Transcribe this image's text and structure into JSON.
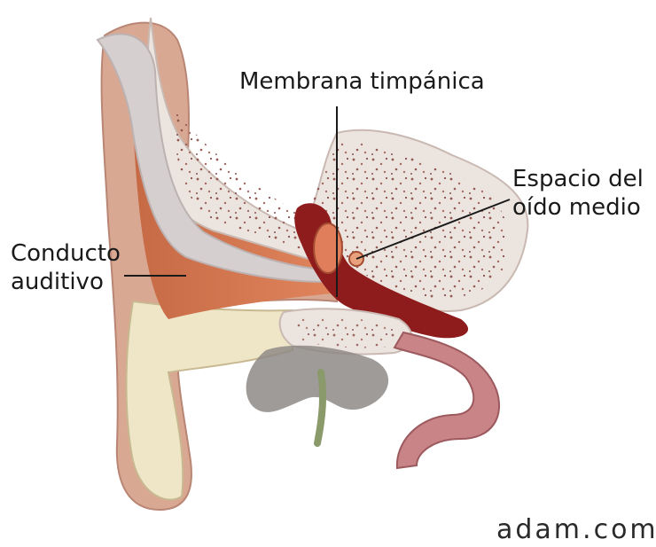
{
  "labels": {
    "membrana": "Membrana timpánica",
    "espacio_line1": "Espacio del",
    "espacio_line2": "oído medio",
    "conducto_line1": "Conducto",
    "conducto_line2": "auditivo"
  },
  "watermark": "adam.com",
  "colors": {
    "background": "#ffffff",
    "bone": "#ece4df",
    "bone_speckle": "#8a4b45",
    "skin": "#d7a592",
    "canal_orange": "#d86e48",
    "cartilage": "#efe6c8",
    "middle_ear_red": "#8f1c1c",
    "eustachian_tube": "#c88487",
    "nerve_gray": "#8e8a86",
    "leader_line": "#1a1a1a"
  }
}
